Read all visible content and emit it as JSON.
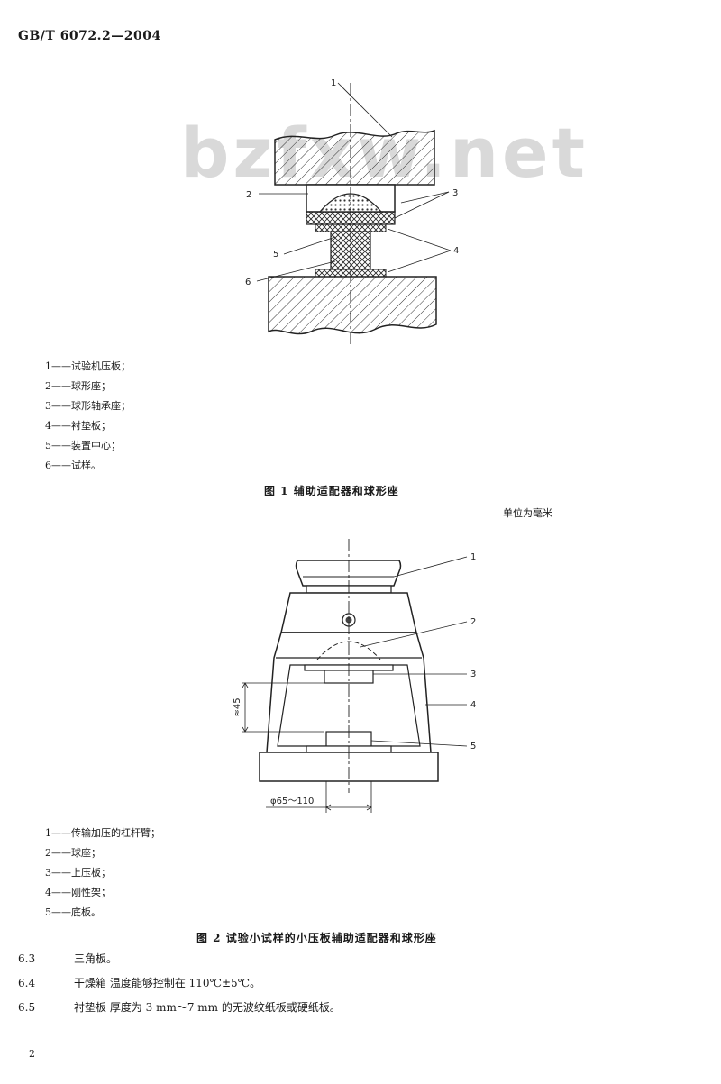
{
  "header": {
    "standard_code": "GB/T 6072.2—2004"
  },
  "watermark": {
    "text": "bzfxw.net"
  },
  "figure1": {
    "callouts": [
      "1",
      "2",
      "3",
      "4",
      "5",
      "6"
    ],
    "legend": [
      "1——试验机压板；",
      "2——球形座；",
      "3——球形轴承座；",
      "4——衬垫板；",
      "5——装置中心；",
      "6——试样。"
    ],
    "caption": "图 1  辅助适配器和球形座"
  },
  "figure2": {
    "unit_note": "单位为毫米",
    "callouts": [
      "1",
      "2",
      "3",
      "4",
      "5"
    ],
    "dim_height": "≈45",
    "dim_diameter": "φ65～110",
    "legend": [
      "1——传输加压的杠杆臂；",
      "2——球座；",
      "3——上压板；",
      "4——刚性架；",
      "5——底板。"
    ],
    "caption": "图 2  试验小试样的小压板辅助适配器和球形座"
  },
  "paragraphs": [
    {
      "num": "6.3",
      "text": "三角板。"
    },
    {
      "num": "6.4",
      "text": "干燥箱  温度能够控制在 110℃±5℃。"
    },
    {
      "num": "6.5",
      "text": "衬垫板  厚度为 3 mm～7 mm 的无波纹纸板或硬纸板。"
    }
  ],
  "page_number": "2"
}
